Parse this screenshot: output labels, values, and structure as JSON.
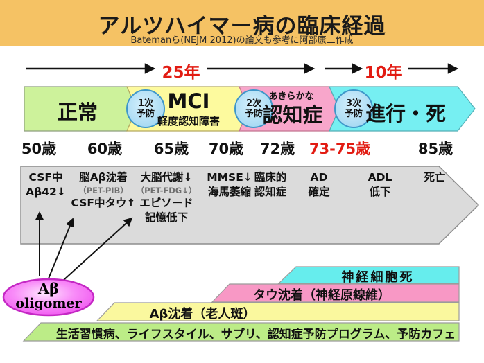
{
  "colors": {
    "header_bg": "#F5C264",
    "accent_red": "#E21B12",
    "stage_normal": "#CDF29B",
    "stage_mci": "#FDFA9E",
    "stage_dementia": "#F8A6CB",
    "stage_death": "#76EFF2",
    "circle_fill": "#A6DCF4",
    "circle_stroke": "#3F97C9",
    "gray_box": "#DBDBDB",
    "bar_cyan": "#66EDED",
    "bar_pink": "#F898C5",
    "bar_yellow": "#FAF89E",
    "bar_green": "#BCEC87",
    "oligomer_fill": "#F05FF0",
    "oligomer_stroke": "#C428C4"
  },
  "header": {
    "title": "アルツハイマー病の臨床経過",
    "subtitle": "Batemanら(NEJM 2012)の論文も参考に阿部康二作成"
  },
  "timeline": {
    "span1": "25年",
    "span2": "10年"
  },
  "stages": {
    "normal": {
      "label": "正常"
    },
    "mci": {
      "label": "MCI",
      "sublabel": "軽度認知障害"
    },
    "dementia": {
      "toplabel": "あきらかな",
      "label": "認知症"
    },
    "death": {
      "label": "進行・死"
    }
  },
  "prevention": [
    {
      "line1": "1次",
      "line2": "予防"
    },
    {
      "line1": "2次",
      "line2": "予防"
    },
    {
      "line1": "3次",
      "line2": "予防"
    }
  ],
  "ages": [
    "50歳",
    "60歳",
    "65歳",
    "70歳",
    "72歳",
    "73-75歳",
    "85歳"
  ],
  "gray_box": {
    "columns": [
      {
        "lines": [
          "CSF中",
          "Aβ42↓"
        ]
      },
      {
        "lines": [
          "脳Aβ沈着",
          "（PET-PIB）",
          "CSF中タウ↑"
        ]
      },
      {
        "lines": [
          "大脳代謝↓",
          "（PET-FDG↓）",
          "エピソード",
          "記憶低下"
        ]
      },
      {
        "lines": [
          "MMSE↓",
          "海馬萎縮"
        ]
      },
      {
        "lines": [
          "臨床的",
          "認知症"
        ]
      },
      {
        "lines": [
          "AD",
          "確定"
        ]
      },
      {
        "lines": [
          "ADL",
          "低下"
        ]
      },
      {
        "lines": [
          "死亡"
        ]
      }
    ]
  },
  "oligomer": {
    "line1": "Aβ",
    "line2": "oligomer"
  },
  "bars": [
    {
      "label": "神経細胞死"
    },
    {
      "label": "タウ沈着（神経原線維）"
    },
    {
      "label": "Aβ沈着（老人斑）"
    },
    {
      "label": "生活習慣病、ライフスタイル、サプリ、認知症予防プログラム、予防カフェ"
    }
  ]
}
